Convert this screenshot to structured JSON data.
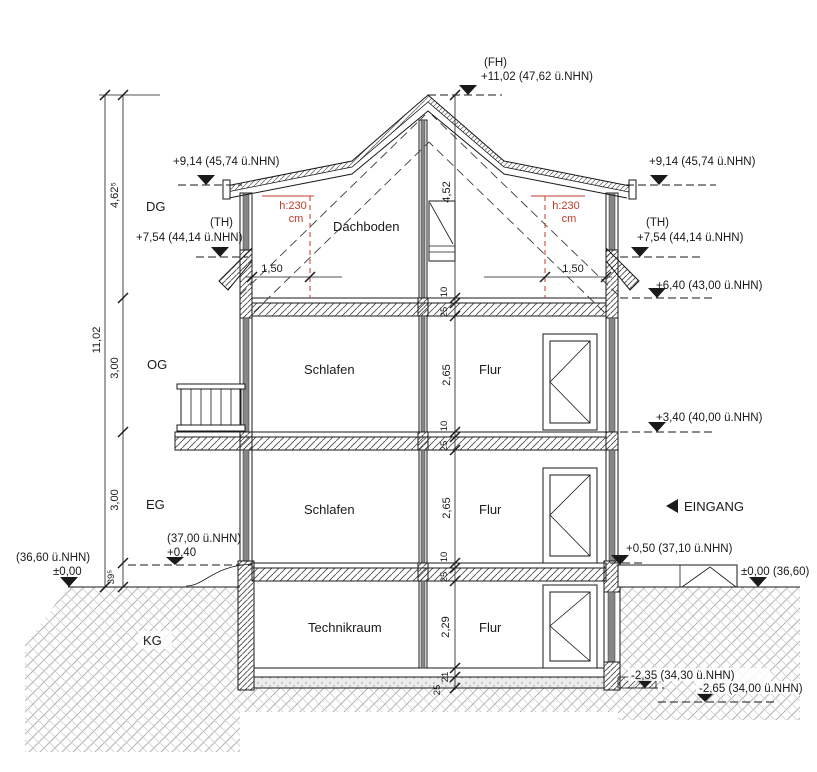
{
  "title": "Gebäudeschnitt (building section)",
  "levels": {
    "fh_tag": "(FH)",
    "fh": "+11,02 (47,62 ü.NHN)",
    "ridge_left": "+9,14 (45,74 ü.NHN)",
    "ridge_right": "+9,14 (45,74 ü.NHN)",
    "th_tag": "(TH)",
    "th_left": "+7,54 (44,14 ü.NHN)",
    "th_right": "+7,54 (44,14 ü.NHN)",
    "attic_floor": "+6,40 (43,00 ü.NHN)",
    "og_floor": "+3,40 (40,00 ü.NHN)",
    "entrance_level": "+0,50 (37,10 ü.NHN)",
    "ground_right": "±0,00 (36,60)",
    "ground_left_a": "(36,60 ü.NHN)",
    "ground_left_b": "±0,00",
    "eg_floor_a": "(37,00 ü.NHN)",
    "eg_floor_b": "+0,40",
    "kg_a": "-2,35 (34,30 ü.NHN)",
    "kg_b": "-2,65 (34,00 ü.NHN)"
  },
  "storeys": {
    "dg": "DG",
    "og": "OG",
    "eg": "EG",
    "kg": "KG"
  },
  "rooms": {
    "dachboden": "Dachboden",
    "og_schlafen": "Schlafen",
    "og_flur": "Flur",
    "eg_schlafen": "Schlafen",
    "eg_flur": "Flur",
    "kg_technik": "Technikraum",
    "kg_flur": "Flur"
  },
  "dims": {
    "total": "11,02",
    "dg": "4,62⁵",
    "og": "3,00",
    "eg": "3,00",
    "plinth": "39⁵",
    "roof": "4,52",
    "screed": "10",
    "slab": "25",
    "room": "2,65",
    "kg_room": "2,29",
    "kg_screed": "21",
    "kg_slab": "25",
    "knee": "1,50"
  },
  "headroom": {
    "value": "h:230",
    "unit": "cm"
  },
  "entrance": {
    "label": "EINGANG"
  },
  "colors": {
    "red": "#c0392b",
    "ink": "#1a1a1a",
    "soil_hatch": "#b8b8b8",
    "window_gray": "#868686"
  }
}
